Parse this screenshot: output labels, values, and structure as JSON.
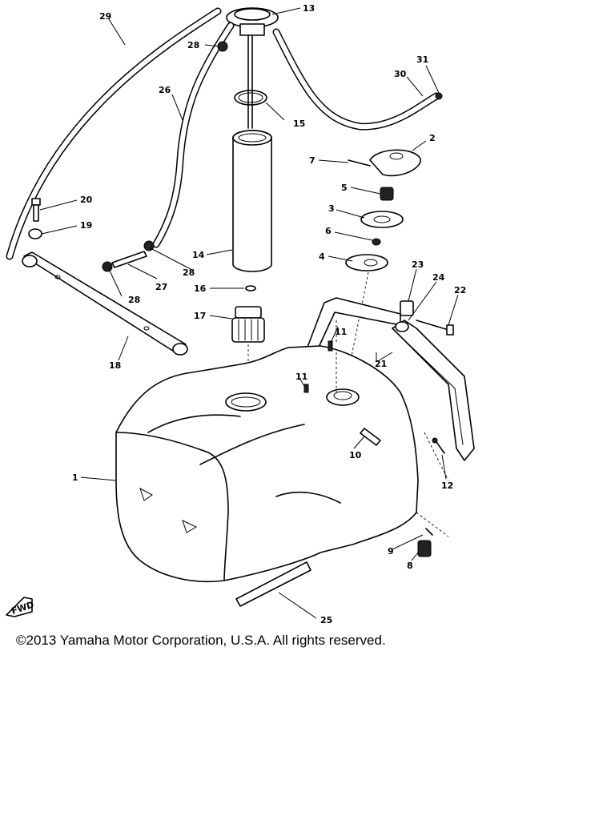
{
  "diagram": {
    "labels": {
      "p1": "1",
      "p2": "2",
      "p3": "3",
      "p4": "4",
      "p5": "5",
      "p6": "6",
      "p7": "7",
      "p8": "8",
      "p9": "9",
      "p10": "10",
      "p11a": "11",
      "p11b": "11",
      "p12": "12",
      "p13": "13",
      "p14": "14",
      "p15": "15",
      "p16": "16",
      "p17": "17",
      "p18": "18",
      "p19": "19",
      "p20": "20",
      "p21": "21",
      "p22": "22",
      "p23": "23",
      "p24": "24",
      "p25": "25",
      "p26": "26",
      "p27": "27",
      "p28a": "28",
      "p28b": "28",
      "p28c": "28",
      "p29": "29",
      "p30": "30",
      "p31": "31"
    },
    "fwd_mark": "FWD"
  },
  "footer": {
    "copyright": "©2013 Yamaha Motor Corporation, U.S.A. All rights reserved."
  }
}
